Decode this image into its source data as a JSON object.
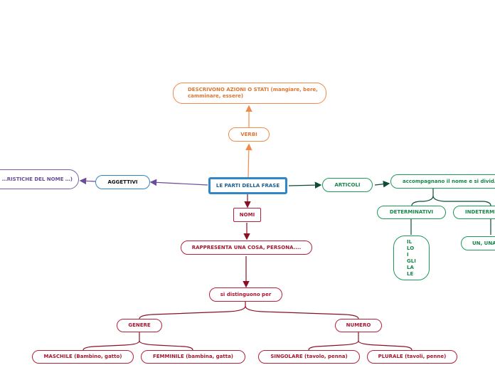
{
  "central": "LE PARTI DELLA FRASE",
  "verbi": {
    "label": "VERBI",
    "description": "DESCRIVONO AZIONI O STATI (mangiare, bere, camminare, essere)"
  },
  "aggettivi": {
    "label": "AGGETTIVI",
    "description": "…RISTICHE DEL NOME …)"
  },
  "articoli": {
    "label": "ARTICOLI",
    "description": "accompagnano  il nome e si divid…",
    "determinativi": {
      "label": "DETERMINATIVI",
      "items": [
        "IL",
        "LO",
        "I",
        "GLI",
        "LA",
        "LE"
      ]
    },
    "indeterminativi": {
      "label": "INDETERMI…",
      "items": "UN, UNA…"
    }
  },
  "nomi": {
    "label": "NOMI",
    "description": "RAPPRESENTA UNA COSA, PERSONA....",
    "distinguono": "si distinguono per",
    "genere": {
      "label": "GENERE",
      "maschile": "MASCHILE (Bambino, gatto)",
      "femminile": "FEMMINILE (bambina, gatta)"
    },
    "numero": {
      "label": "NUMERO",
      "singolare": "SINGOLARE (tavolo, penna)",
      "plurale": "PLURALE (tavoli, penne)"
    }
  },
  "colors": {
    "central_border": "#2f86c8",
    "verbi": "#f08a4b",
    "nomi": "#b5203a",
    "aggettivi": "#7a5aa6",
    "articoli": "#1f9a5a"
  }
}
